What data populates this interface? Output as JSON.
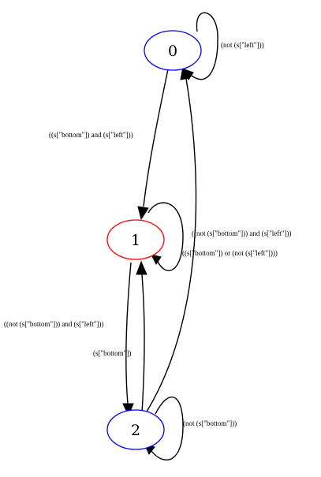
{
  "nodes": [
    {
      "id": "0",
      "label": "0",
      "color": "#0000ff"
    },
    {
      "id": "1",
      "label": "1",
      "color": "#ff0000"
    },
    {
      "id": "2",
      "label": "2",
      "color": "#0000ff"
    }
  ],
  "edges": [
    {
      "id": "e00",
      "from": "0",
      "to": "0",
      "label": "(not (s[\"left\"]))"
    },
    {
      "id": "e01",
      "from": "0",
      "to": "1",
      "label": "((s[\"bottom\"])  and  (s[\"left\"]))"
    },
    {
      "id": "e20",
      "from": "2",
      "to": "0",
      "label": "((not (s[\"bottom\"]))  and  (s[\"left\"]))"
    },
    {
      "id": "e11",
      "from": "1",
      "to": "1",
      "label": "((s[\"bottom\"])  or  (not (s[\"left\"])))"
    },
    {
      "id": "e12",
      "from": "1",
      "to": "2",
      "label": "((not (s[\"bottom\"]))  and  (s[\"left\"]))"
    },
    {
      "id": "e21",
      "from": "2",
      "to": "1",
      "label": "(s[\"bottom\"])"
    },
    {
      "id": "e22",
      "from": "2",
      "to": "2",
      "label": "(not (s[\"bottom\"]))"
    }
  ]
}
